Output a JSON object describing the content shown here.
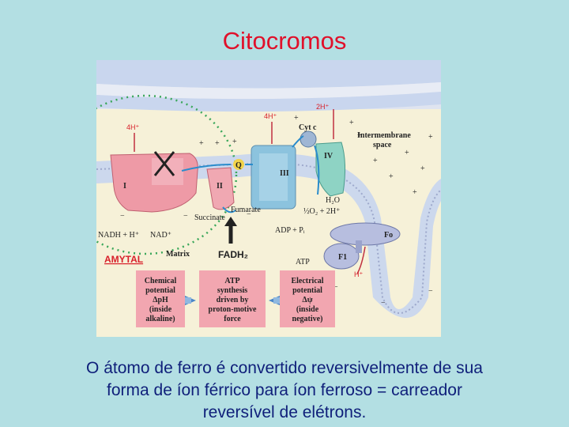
{
  "title": "Citocromos",
  "diagram": {
    "membrane_label_1": "Intermembrane",
    "membrane_label_2": "space",
    "matrix_label": "Matrix",
    "complex_I": "I",
    "complex_II": "II",
    "complex_III": "III",
    "complex_IV": "IV",
    "quinone": "Q",
    "cyt_c": "Cyt c",
    "fo": "Fo",
    "f1": "F1",
    "proton_4h_left": "4H⁺",
    "proton_4h_mid": "4H⁺",
    "proton_2h": "2H⁺",
    "proton_h_bottom": "H⁺",
    "nadh": "NADH + H⁺",
    "nad": "NAD⁺",
    "succinate": "Succinate",
    "fumarate": "Fumarate",
    "water": "H₂O",
    "oxygen_eq": "½O₂ + 2H⁺",
    "adp": "ADP + Pᵢ",
    "atp": "ATP",
    "amytal": "AMYTAL",
    "fadh2": "FADH₂",
    "box_chemical": [
      "Chemical",
      "potential",
      "ΔpH",
      "(inside",
      "alkaline)"
    ],
    "box_atp": [
      "ATP",
      "synthesis",
      "driven by",
      "proton-motive",
      "force"
    ],
    "box_electrical": [
      "Electrical",
      "potential",
      "Δψ",
      "(inside",
      "negative)"
    ]
  },
  "caption": [
    "O átomo de ferro é convertido reversivelmente de sua",
    "forma de íon férrico para íon ferroso = carreador",
    "reversível de elétrons."
  ],
  "colors": {
    "title": "#e0102a",
    "caption": "#0f1f7a",
    "background": "#b3dfe3",
    "complex_pink": "#ee9aa6",
    "complex_blue": "#8cc3de",
    "complex_teal": "#8ed3c4",
    "synthase": "#b7bedf",
    "membrane": "#c9d6ee"
  }
}
